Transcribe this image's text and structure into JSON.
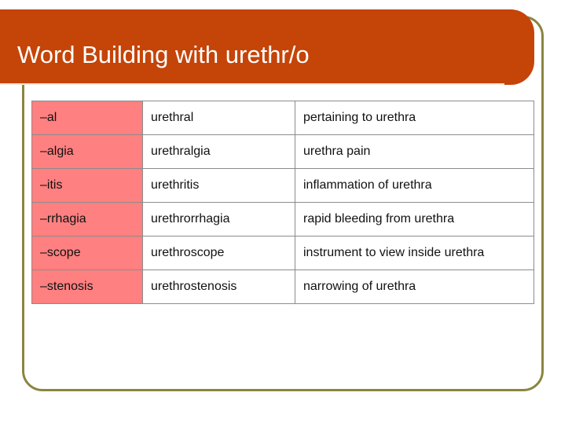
{
  "slide": {
    "title": "Word Building with urethr/o",
    "colors": {
      "title_background": "#c54408",
      "frame_border": "#8a8540",
      "suffix_cell_background": "#ff8080"
    }
  },
  "table": {
    "rows": [
      {
        "suffix": "–al",
        "term": "urethral",
        "meaning": "pertaining to urethra"
      },
      {
        "suffix": "–algia",
        "term": "urethralgia",
        "meaning": "urethra pain"
      },
      {
        "suffix": "–itis",
        "term": "urethritis",
        "meaning": "inflammation of urethra"
      },
      {
        "suffix": "–rrhagia",
        "term": "urethrorrhagia",
        "meaning": "rapid bleeding from urethra"
      },
      {
        "suffix": "–scope",
        "term": "urethroscope",
        "meaning": "instrument to view inside urethra"
      },
      {
        "suffix": "–stenosis",
        "term": "urethrostenosis",
        "meaning": "narrowing of urethra"
      }
    ]
  }
}
